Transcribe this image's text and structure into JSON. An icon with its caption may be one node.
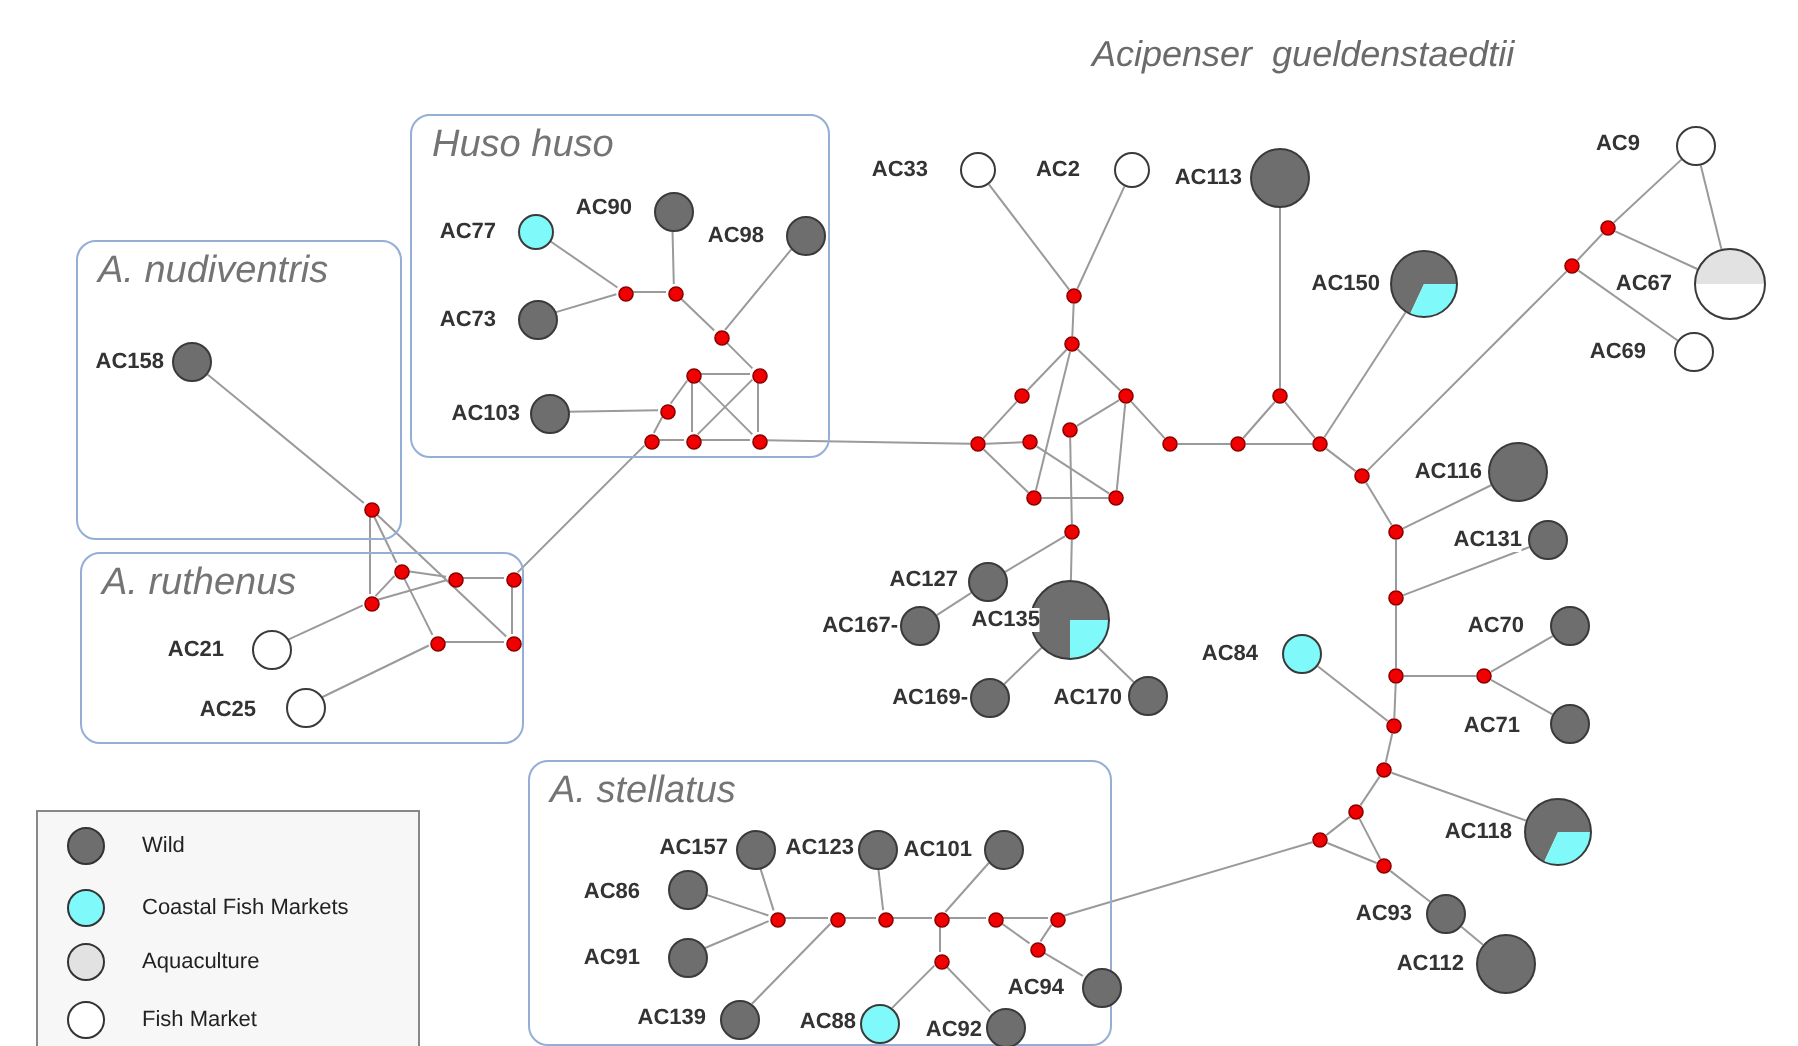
{
  "diagram": {
    "title": "Acipenser  gueldenstaedtii",
    "nodes": [
      {
        "text": [
          "Huso huso"
        ]
      },
      {
        "text": [],
        "shape": "circle",
        "beside": [
          "AC77"
        ],
        "in": 0
      },
      {
        "text": [],
        "shape": "circle",
        "beside": [
          "AC90"
        ],
        "in": 0
      },
      {
        "text": [],
        "shape": "circle",
        "beside": [
          "AC98"
        ],
        "in": 0
      },
      {
        "text": [],
        "shape": "circle",
        "beside": [
          "AC73"
        ],
        "in": 0
      },
      {
        "text": [],
        "shape": "circle",
        "beside": [
          "AC103"
        ],
        "in": 0
      },
      {
        "text": [],
        "shape": "circle",
        "in": 0
      },
      {
        "text": [],
        "shape": "circle",
        "in": 0
      },
      {
        "text": [],
        "shape": "circle",
        "in": 0
      },
      {
        "text": [],
        "shape": "circle",
        "in": 0
      },
      {
        "text": [],
        "shape": "circle",
        "in": 0
      },
      {
        "text": [],
        "shape": "circle",
        "in": 0
      },
      {
        "text": [],
        "shape": "circle",
        "in": 0
      },
      {
        "text": [],
        "shape": "circle",
        "in": 0
      },
      {
        "text": [],
        "shape": "circle",
        "in": 0
      },
      {
        "text": [
          "A. nudiventris"
        ]
      },
      {
        "text": [],
        "shape": "circle",
        "beside": [
          "AC158"
        ],
        "in": 15
      },
      {
        "text": [],
        "shape": "circle",
        "in": 15
      },
      {
        "text": [
          "A. ruthenus"
        ]
      },
      {
        "text": [],
        "shape": "circle",
        "in": 18
      },
      {
        "text": [],
        "shape": "circle",
        "in": 18
      },
      {
        "text": [],
        "shape": "circle",
        "in": 18
      },
      {
        "text": [],
        "shape": "circle",
        "in": 18
      },
      {
        "text": [],
        "shape": "circle",
        "in": 18
      },
      {
        "text": [],
        "shape": "circle",
        "in": 18
      },
      {
        "text": [],
        "shape": "circle",
        "beside": [
          "AC21"
        ],
        "in": 18
      },
      {
        "text": [],
        "shape": "circle",
        "beside": [
          "AC25"
        ],
        "in": 18
      },
      {
        "text": [],
        "shape": "circle",
        "beside": [
          "AC33"
        ]
      },
      {
        "text": [],
        "shape": "circle",
        "beside": [
          "AC2"
        ]
      },
      {
        "text": [],
        "shape": "circle",
        "beside": [
          "AC113"
        ]
      },
      {
        "text": [],
        "shape": "circle"
      },
      {
        "text": [],
        "shape": "circle"
      },
      {
        "text": [],
        "shape": "circle"
      },
      {
        "text": [],
        "shape": "circle"
      },
      {
        "text": [],
        "shape": "circle"
      },
      {
        "text": [],
        "shape": "circle"
      },
      {
        "text": [],
        "shape": "circle"
      },
      {
        "text": [],
        "shape": "circle"
      },
      {
        "text": [],
        "shape": "circle"
      },
      {
        "text": [],
        "shape": "circle"
      },
      {
        "text": [],
        "shape": "circle"
      },
      {
        "text": [],
        "shape": "circle"
      },
      {
        "text": [],
        "shape": "circle"
      },
      {
        "text": [],
        "shape": "circle"
      },
      {
        "text": [],
        "shape": "circle",
        "beside": [
          "AC127"
        ]
      },
      {
        "text": [],
        "shape": "circle",
        "beside": [
          "AC167-"
        ]
      },
      {
        "text": [],
        "shape": "circle",
        "beside": [
          "AC135"
        ]
      },
      {
        "text": [],
        "shape": "circle",
        "beside": [
          "AC169-"
        ]
      },
      {
        "text": [],
        "shape": "circle",
        "beside": [
          "AC170"
        ]
      },
      {
        "text": [],
        "shape": "circle",
        "beside": [
          "AC84"
        ]
      },
      {
        "text": [],
        "shape": "circle",
        "beside": [
          "AC150"
        ]
      },
      {
        "text": [],
        "shape": "circle",
        "beside": [
          "AC9"
        ]
      },
      {
        "text": [],
        "shape": "circle",
        "beside": [
          "AC67"
        ]
      },
      {
        "text": [],
        "shape": "circle",
        "beside": [
          "AC69"
        ]
      },
      {
        "text": [],
        "shape": "circle"
      },
      {
        "text": [],
        "shape": "circle"
      },
      {
        "text": [],
        "shape": "circle"
      },
      {
        "text": [],
        "shape": "circle"
      },
      {
        "text": [],
        "shape": "circle",
        "beside": [
          "AC116"
        ]
      },
      {
        "text": [],
        "shape": "circle"
      },
      {
        "text": [],
        "shape": "circle",
        "beside": [
          "AC131"
        ]
      },
      {
        "text": [],
        "shape": "circle"
      },
      {
        "text": [],
        "shape": "circle"
      },
      {
        "text": [],
        "shape": "circle",
        "beside": [
          "AC70"
        ]
      },
      {
        "text": [],
        "shape": "circle",
        "beside": [
          "AC71"
        ]
      },
      {
        "text": [],
        "shape": "circle"
      },
      {
        "text": [],
        "shape": "circle"
      },
      {
        "text": [],
        "shape": "circle",
        "beside": [
          "AC118"
        ]
      },
      {
        "text": [],
        "shape": "circle"
      },
      {
        "text": [],
        "shape": "circle"
      },
      {
        "text": [],
        "shape": "circle"
      },
      {
        "text": [],
        "shape": "circle",
        "beside": [
          "AC93"
        ]
      },
      {
        "text": [],
        "shape": "circle",
        "beside": [
          "AC112"
        ]
      },
      {
        "text": [
          "A. stellatus"
        ]
      },
      {
        "text": [],
        "shape": "circle",
        "beside": [
          "AC157"
        ],
        "in": 73
      },
      {
        "text": [],
        "shape": "circle",
        "beside": [
          "AC123"
        ],
        "in": 73
      },
      {
        "text": [],
        "shape": "circle",
        "beside": [
          "AC101"
        ],
        "in": 73
      },
      {
        "text": [],
        "shape": "circle",
        "beside": [
          "AC86"
        ],
        "in": 73
      },
      {
        "text": [],
        "shape": "circle",
        "beside": [
          "AC91"
        ],
        "in": 73
      },
      {
        "text": [],
        "shape": "circle",
        "beside": [
          "AC139"
        ],
        "in": 73
      },
      {
        "text": [],
        "shape": "circle",
        "beside": [
          "AC88"
        ],
        "in": 73
      },
      {
        "text": [],
        "shape": "circle",
        "beside": [
          "AC92"
        ],
        "in": 73
      },
      {
        "text": [],
        "shape": "circle",
        "beside": [
          "AC94"
        ],
        "in": 73
      },
      {
        "text": [],
        "shape": "circle",
        "in": 73
      },
      {
        "text": [],
        "shape": "circle",
        "in": 73
      },
      {
        "text": [],
        "shape": "circle",
        "in": 73
      },
      {
        "text": [],
        "shape": "circle",
        "in": 73
      },
      {
        "text": [],
        "shape": "circle",
        "in": 73
      },
      {
        "text": [],
        "shape": "circle",
        "in": 73
      },
      {
        "text": [],
        "shape": "circle",
        "in": 73
      },
      {
        "text": [],
        "shape": "circle",
        "in": 73
      }
    ],
    "edges": [
      {
        "from": 1,
        "to": 6,
        "arrow": "none"
      },
      {
        "from": 4,
        "to": 6,
        "arrow": "none"
      },
      {
        "from": 6,
        "to": 7,
        "arrow": "none"
      },
      {
        "from": 2,
        "to": 7,
        "arrow": "none"
      },
      {
        "from": 7,
        "to": 8,
        "arrow": "none"
      },
      {
        "from": 3,
        "to": 8,
        "arrow": "none"
      },
      {
        "from": 8,
        "to": 10,
        "arrow": "none"
      },
      {
        "from": 9,
        "to": 10,
        "arrow": "none"
      },
      {
        "from": 9,
        "to": 13,
        "arrow": "none"
      },
      {
        "from": 10,
        "to": 14,
        "arrow": "none"
      },
      {
        "from": 13,
        "to": 14,
        "arrow": "none"
      },
      {
        "from": 9,
        "to": 14,
        "arrow": "none"
      },
      {
        "from": 10,
        "to": 13,
        "arrow": "none"
      },
      {
        "from": 12,
        "to": 13,
        "arrow": "none"
      },
      {
        "from": 12,
        "to": 11,
        "arrow": "none"
      },
      {
        "from": 11,
        "to": 9,
        "arrow": "none"
      },
      {
        "from": 5,
        "to": 11,
        "arrow": "none"
      },
      {
        "from": 14,
        "to": 34,
        "arrow": "none"
      },
      {
        "from": 22,
        "to": 12,
        "arrow": "none"
      },
      {
        "from": 16,
        "to": 17,
        "arrow": "none"
      },
      {
        "from": 17,
        "to": 19,
        "arrow": "none"
      },
      {
        "from": 17,
        "to": 20,
        "arrow": "none"
      },
      {
        "from": 17,
        "to": 24,
        "arrow": "none"
      },
      {
        "from": 19,
        "to": 20,
        "arrow": "none"
      },
      {
        "from": 20,
        "to": 21,
        "arrow": "none"
      },
      {
        "from": 19,
        "to": 21,
        "arrow": "none"
      },
      {
        "from": 21,
        "to": 22,
        "arrow": "none"
      },
      {
        "from": 22,
        "to": 24,
        "arrow": "none"
      },
      {
        "from": 23,
        "to": 24,
        "arrow": "none"
      },
      {
        "from": 20,
        "to": 23,
        "arrow": "none"
      },
      {
        "from": 25,
        "to": 19,
        "arrow": "none"
      },
      {
        "from": 26,
        "to": 23,
        "arrow": "none"
      },
      {
        "from": 27,
        "to": 30,
        "arrow": "none"
      },
      {
        "from": 28,
        "to": 30,
        "arrow": "none"
      },
      {
        "from": 30,
        "to": 31,
        "arrow": "none"
      },
      {
        "from": 31,
        "to": 32,
        "arrow": "none"
      },
      {
        "from": 31,
        "to": 33,
        "arrow": "none"
      },
      {
        "from": 31,
        "to": 37,
        "arrow": "none"
      },
      {
        "from": 32,
        "to": 34,
        "arrow": "none"
      },
      {
        "from": 34,
        "to": 35,
        "arrow": "none"
      },
      {
        "from": 34,
        "to": 37,
        "arrow": "none"
      },
      {
        "from": 35,
        "to": 38,
        "arrow": "none"
      },
      {
        "from": 37,
        "to": 38,
        "arrow": "none"
      },
      {
        "from": 38,
        "to": 33,
        "arrow": "none"
      },
      {
        "from": 36,
        "to": 33,
        "arrow": "none"
      },
      {
        "from": 36,
        "to": 43,
        "arrow": "none"
      },
      {
        "from": 33,
        "to": 39,
        "arrow": "none"
      },
      {
        "from": 39,
        "to": 40,
        "arrow": "none"
      },
      {
        "from": 40,
        "to": 41,
        "arrow": "none"
      },
      {
        "from": 40,
        "to": 42,
        "arrow": "none"
      },
      {
        "from": 41,
        "to": 42,
        "arrow": "none"
      },
      {
        "from": 41,
        "to": 29,
        "arrow": "none"
      },
      {
        "from": 43,
        "to": 44,
        "arrow": "none"
      },
      {
        "from": 43,
        "to": 46,
        "arrow": "none"
      },
      {
        "from": 44,
        "to": 45,
        "arrow": "none"
      },
      {
        "from": 46,
        "to": 47,
        "arrow": "none"
      },
      {
        "from": 46,
        "to": 48,
        "arrow": "none"
      },
      {
        "from": 42,
        "to": 50,
        "arrow": "none"
      },
      {
        "from": 42,
        "to": 56,
        "arrow": "none"
      },
      {
        "from": 56,
        "to": 54,
        "arrow": "none"
      },
      {
        "from": 54,
        "to": 55,
        "arrow": "none"
      },
      {
        "from": 55,
        "to": 51,
        "arrow": "none"
      },
      {
        "from": 55,
        "to": 52,
        "arrow": "none"
      },
      {
        "from": 51,
        "to": 52,
        "arrow": "none"
      },
      {
        "from": 54,
        "to": 53,
        "arrow": "none"
      },
      {
        "from": 56,
        "to": 57,
        "arrow": "none"
      },
      {
        "from": 57,
        "to": 58,
        "arrow": "none"
      },
      {
        "from": 57,
        "to": 59,
        "arrow": "none"
      },
      {
        "from": 59,
        "to": 60,
        "arrow": "none"
      },
      {
        "from": 59,
        "to": 61,
        "arrow": "none"
      },
      {
        "from": 61,
        "to": 62,
        "arrow": "none"
      },
      {
        "from": 62,
        "to": 63,
        "arrow": "none"
      },
      {
        "from": 62,
        "to": 64,
        "arrow": "none"
      },
      {
        "from": 61,
        "to": 65,
        "arrow": "none"
      },
      {
        "from": 49,
        "to": 65,
        "arrow": "none"
      },
      {
        "from": 65,
        "to": 66,
        "arrow": "none"
      },
      {
        "from": 66,
        "to": 67,
        "arrow": "none"
      },
      {
        "from": 66,
        "to": 68,
        "arrow": "none"
      },
      {
        "from": 68,
        "to": 69,
        "arrow": "none"
      },
      {
        "from": 69,
        "to": 70,
        "arrow": "none"
      },
      {
        "from": 68,
        "to": 70,
        "arrow": "none"
      },
      {
        "from": 70,
        "to": 71,
        "arrow": "none"
      },
      {
        "from": 71,
        "to": 72,
        "arrow": "none"
      },
      {
        "from": 69,
        "to": 88,
        "arrow": "none"
      },
      {
        "from": 83,
        "to": 77,
        "arrow": "none"
      },
      {
        "from": 83,
        "to": 78,
        "arrow": "none"
      },
      {
        "from": 83,
        "to": 74,
        "arrow": "none"
      },
      {
        "from": 83,
        "to": 84,
        "arrow": "none"
      },
      {
        "from": 84,
        "to": 79,
        "arrow": "none"
      },
      {
        "from": 84,
        "to": 85,
        "arrow": "none"
      },
      {
        "from": 85,
        "to": 75,
        "arrow": "none"
      },
      {
        "from": 85,
        "to": 86,
        "arrow": "none"
      },
      {
        "from": 86,
        "to": 76,
        "arrow": "none"
      },
      {
        "from": 86,
        "to": 87,
        "arrow": "none"
      },
      {
        "from": 86,
        "to": 90,
        "arrow": "none"
      },
      {
        "from": 90,
        "to": 80,
        "arrow": "none"
      },
      {
        "from": 90,
        "to": 81,
        "arrow": "none"
      },
      {
        "from": 87,
        "to": 88,
        "arrow": "none"
      },
      {
        "from": 87,
        "to": 89,
        "arrow": "none"
      },
      {
        "from": 88,
        "to": 89,
        "arrow": "none"
      },
      {
        "from": 89,
        "to": 82,
        "arrow": "none"
      }
    ],
    "legend": [
      {
        "text": "Wild",
        "color": "#6e6e6e"
      },
      {
        "text": "Coastal Fish Markets",
        "color": "#7ff9f9"
      },
      {
        "text": "Aquaculture",
        "color": "#e2e2e2"
      },
      {
        "text": "Fish Market",
        "color": "#ffffff"
      }
    ]
  }
}
